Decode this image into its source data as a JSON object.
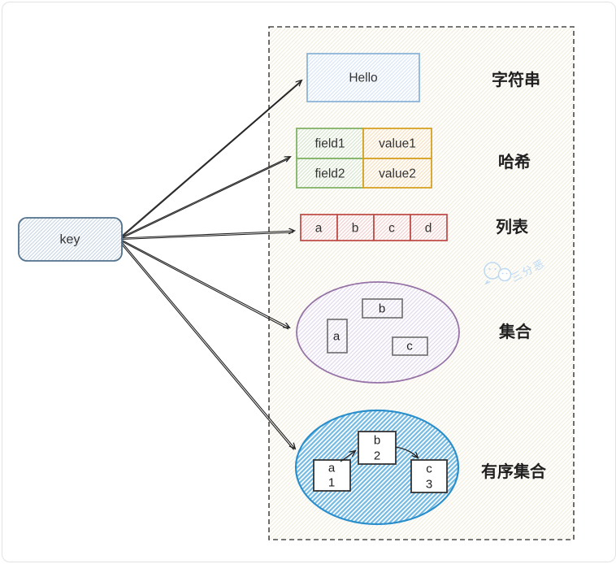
{
  "diagram": {
    "key": {
      "label": "key"
    },
    "string": {
      "value": "Hello",
      "label": "字符串"
    },
    "hash": {
      "label": "哈希",
      "rows": [
        {
          "field": "field1",
          "value": "value1"
        },
        {
          "field": "field2",
          "value": "value2"
        }
      ]
    },
    "list": {
      "label": "列表",
      "items": [
        "a",
        "b",
        "c",
        "d"
      ]
    },
    "set": {
      "label": "集合",
      "items": [
        "a",
        "b",
        "c"
      ]
    },
    "sorted_set": {
      "label": "有序集合",
      "items": [
        {
          "member": "a",
          "score": "1"
        },
        {
          "member": "b",
          "score": "2"
        },
        {
          "member": "c",
          "score": "3"
        }
      ]
    },
    "watermark": {
      "text": "三分恶"
    }
  },
  "colors": {
    "key_border": "#51718c",
    "string_border": "#8db4d9",
    "hash_field_border": "#82b366",
    "hash_value_border": "#d6a224",
    "list_border": "#c0504d",
    "set_border": "#9673a6",
    "set_inner_border": "#6b6b6b",
    "sorted_set_border": "#2b8fcc",
    "sorted_inner_border": "#333333",
    "arrow": "#222222",
    "container_border": "#4a4a4a",
    "watermark": "#bcd9f2"
  }
}
